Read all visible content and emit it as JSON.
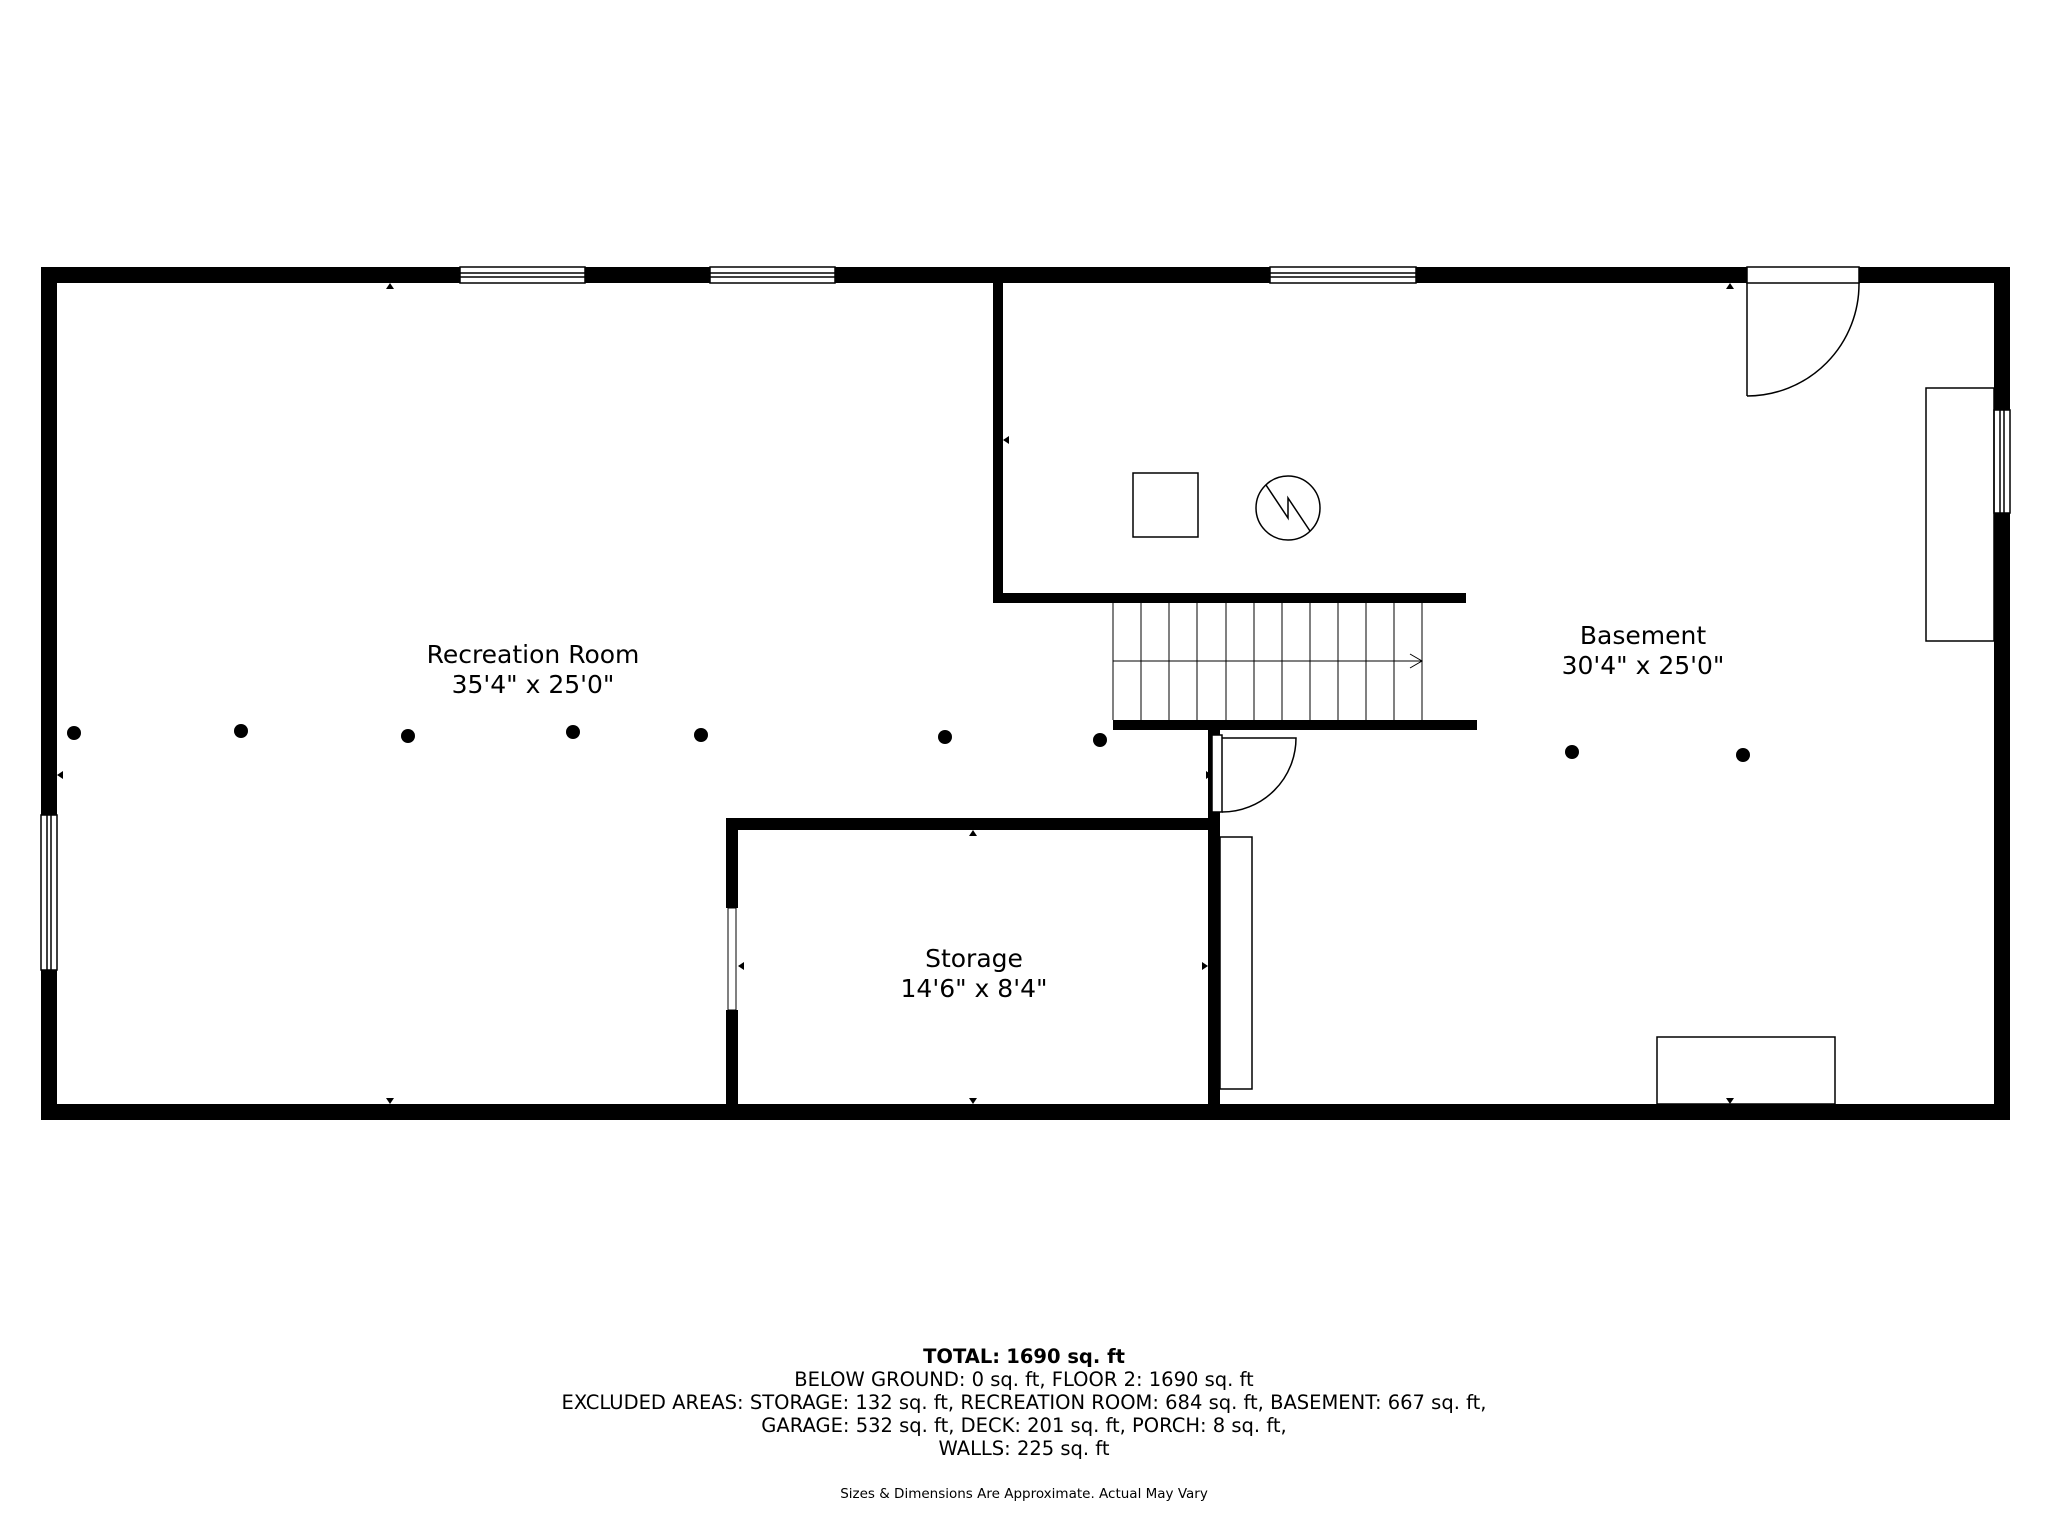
{
  "rooms": [
    {
      "id": "recreation-room",
      "name": "Recreation Room",
      "dims": "35'4\" x 25'0\""
    },
    {
      "id": "basement",
      "name": "Basement",
      "dims": "30'4\" x 25'0\""
    },
    {
      "id": "storage",
      "name": "Storage",
      "dims": "14'6\" x 8'4\""
    }
  ],
  "summary": {
    "total_label": "TOTAL:",
    "total_value": "1690 sq. ft",
    "lines": [
      "BELOW GROUND: 0 sq. ft, FLOOR 2: 1690 sq. ft",
      "EXCLUDED AREAS: STORAGE: 132 sq. ft, RECREATION ROOM: 684 sq. ft, BASEMENT: 667 sq. ft,",
      "GARAGE: 532 sq. ft, DECK: 201 sq. ft, PORCH: 8 sq. ft,",
      "WALLS: 225 sq. ft"
    ]
  },
  "disclaimer": "Sizes & Dimensions Are Approximate. Actual May Vary",
  "colors": {
    "wall": "#000000",
    "background": "#ffffff"
  },
  "icons": {
    "water_heater": "water-heater-icon",
    "furnace": "furnace-icon",
    "stair_arrow": "arrow-right-icon"
  }
}
